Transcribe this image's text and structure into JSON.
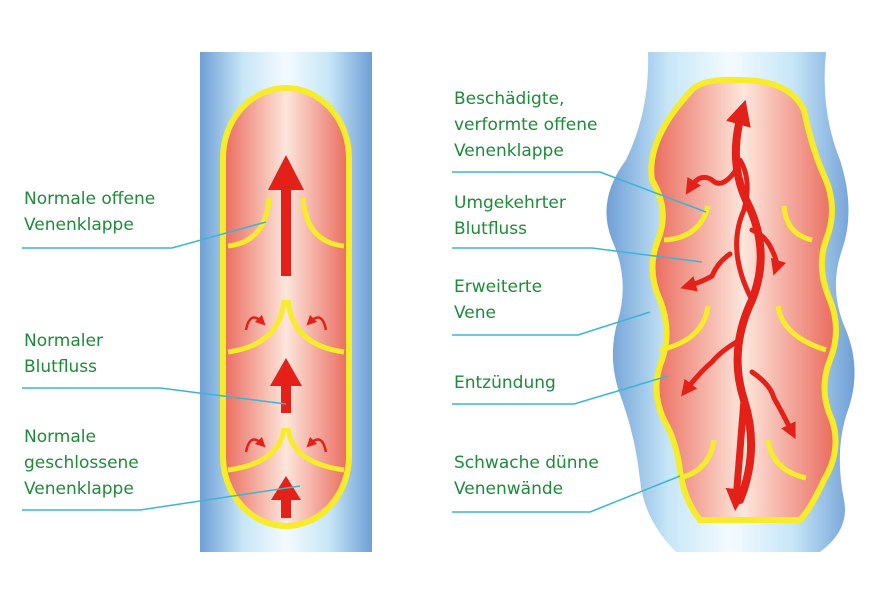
{
  "colors": {
    "label_text": "#1f8a3a",
    "leader_line": "#3bb5d6",
    "vein_outer": "#6f9fd6",
    "vein_glow": "#dff3fb",
    "valve_yellow": "#f6ec2a",
    "vein_interior": "#ef7b6d",
    "flow_arrow": "#e32119"
  },
  "left_diagram": {
    "labels": [
      {
        "id": "normal-open-valve",
        "lines": [
          "Normale offene",
          "Venenklappe"
        ]
      },
      {
        "id": "normal-blood-flow",
        "lines": [
          "Normaler",
          "Blutfluss"
        ]
      },
      {
        "id": "normal-closed-valve",
        "lines": [
          "Normale",
          "geschlossene",
          "Venenklappe"
        ]
      }
    ]
  },
  "right_diagram": {
    "labels": [
      {
        "id": "damaged-valve",
        "lines": [
          "Beschädigte,",
          "verformte offene",
          "Venenklappe"
        ]
      },
      {
        "id": "reversed-flow",
        "lines": [
          "Umgekehrter",
          "Blutfluss"
        ]
      },
      {
        "id": "dilated-vein",
        "lines": [
          "Erweiterte",
          "Vene"
        ]
      },
      {
        "id": "inflammation",
        "lines": [
          "Entzündung"
        ]
      },
      {
        "id": "thin-walls",
        "lines": [
          "Schwache dünne",
          "Venenwände"
        ]
      }
    ]
  }
}
